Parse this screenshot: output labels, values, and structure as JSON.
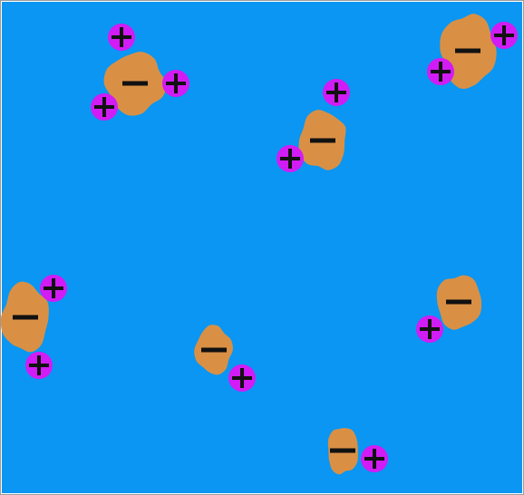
{
  "colors": {
    "border": "#9a9a9a",
    "water": "#0a96f2",
    "negative_particle": "#d99045",
    "positive_ion": "#d11cf5",
    "sign": "#111111"
  },
  "symbols": {
    "negative": "−",
    "positive": "+"
  },
  "clusters": [
    {
      "name": "cluster-top-left",
      "negative_count": 1,
      "positive_count": 3
    },
    {
      "name": "cluster-top-center",
      "negative_count": 1,
      "positive_count": 2
    },
    {
      "name": "cluster-top-right",
      "negative_count": 1,
      "positive_count": 2
    },
    {
      "name": "cluster-middle-left",
      "negative_count": 1,
      "positive_count": 2
    },
    {
      "name": "cluster-middle-right",
      "negative_count": 1,
      "positive_count": 1
    },
    {
      "name": "cluster-bottom-center-left",
      "negative_count": 1,
      "positive_count": 1
    },
    {
      "name": "cluster-bottom-center",
      "negative_count": 1,
      "positive_count": 1
    }
  ]
}
